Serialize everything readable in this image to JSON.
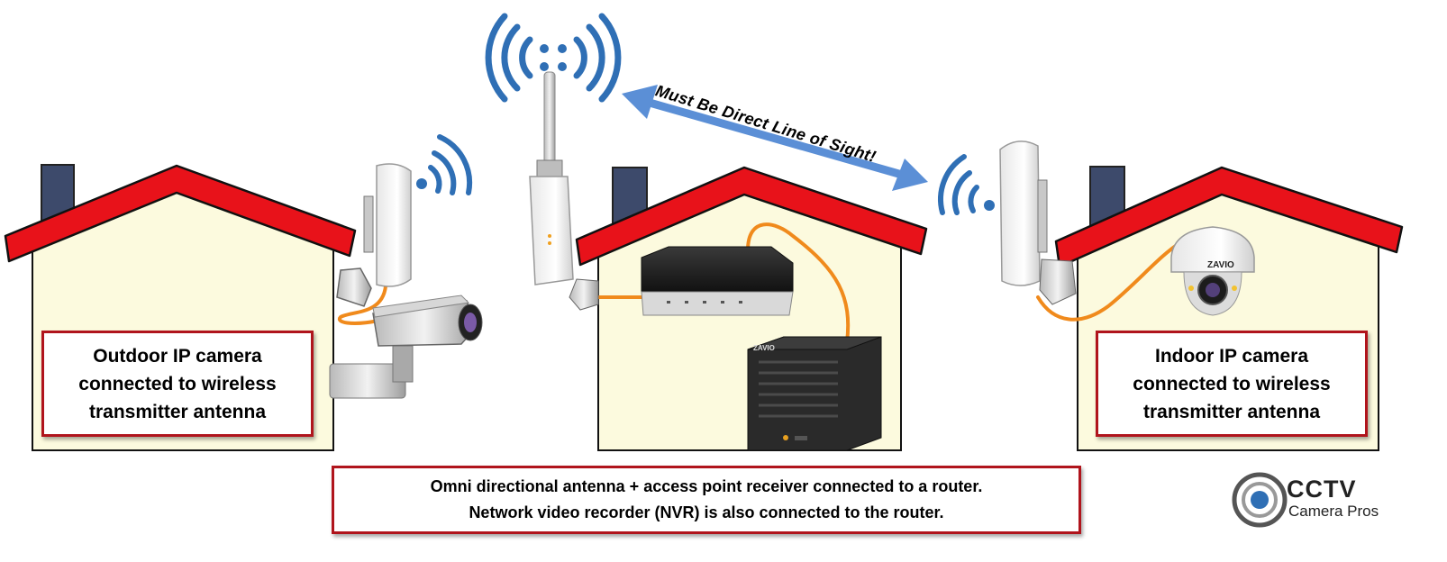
{
  "diagram": {
    "los_label": "Must Be Direct Line of Sight!",
    "left_label": [
      "Outdoor IP camera",
      "connected to wireless",
      "transmitter antenna"
    ],
    "right_label": [
      "Indoor IP camera",
      "connected to wireless",
      "transmitter antenna"
    ],
    "bottom_label": [
      "Omni directional antenna + access point receiver connected to a router.",
      "Network video recorder (NVR) is also connected to the router."
    ],
    "logo": {
      "title": "CCTV",
      "subtitle": "Camera Pros"
    },
    "nvr_brand": "ZAVIO",
    "dome_brand": "ZAVIO",
    "colors": {
      "roof": "#e8121a",
      "wall": "#fcfade",
      "chimney": "#3d4a6b",
      "cable": "#f08a1c",
      "wifi": "#2f6fb5",
      "arrow": "#5b8fd6",
      "label_border": "#b0141c"
    },
    "icons": [
      "wifi-signal-icon",
      "omni-signal-icon",
      "double-arrow-icon",
      "directional-antenna-icon",
      "router-icon",
      "nvr-icon",
      "bullet-camera-icon",
      "dome-camera-icon"
    ]
  }
}
